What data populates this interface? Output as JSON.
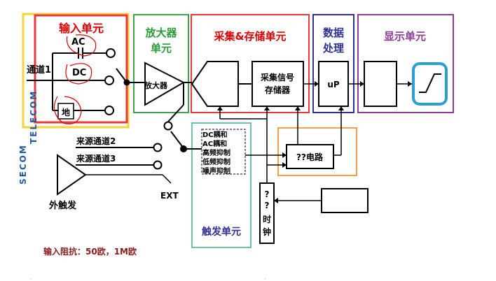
{
  "units": {
    "input": "输入单元",
    "amplifier_line1": "放大器",
    "amplifier_line2": "单元",
    "acq_storage": "采集&存储单元",
    "data_proc_line1": "数据",
    "data_proc_line2": "处理",
    "display": "显示单元",
    "trigger": "触发单元"
  },
  "labels": {
    "ac": "AC",
    "dc": "DC",
    "ground": "地",
    "channel1": "通道1",
    "amp_block": "放大器",
    "memory_line1": "采集信号",
    "memory_line2": "存储器",
    "up": "uP",
    "source2": "来源通道2",
    "source3": "来源通道3",
    "ext": "EXT",
    "ext_trigger": "外触发",
    "circuit": "??电路",
    "clock": [
      "?",
      "?",
      "时",
      "钟"
    ],
    "trigger_options": [
      "DC耦和",
      "AC耦和",
      "高频抑制",
      "低频抑制",
      "噪声抑制"
    ],
    "impedance": "输入阻抗：50欧，1M欧"
  },
  "logo": {
    "text": "SECOM TELECOM",
    "col1": "SECOM",
    "col2": "TELECOM",
    "color": "#1f5aa0"
  },
  "colors": {
    "input_unit": "#e8383d",
    "amplifier_unit": "#3aa54a",
    "acq_unit": "#e8383d",
    "data_unit": "#2e3192",
    "display_unit": "#8e3a96",
    "trigger_unit": "#69c3b0",
    "circuit_box": "#f5a04a",
    "display_screen": "#2a9fd6",
    "title_text": "#e00000",
    "green_text": "#2a9a3a",
    "blue_text": "#2e3192",
    "purple_text": "#8e3a96",
    "annotation": "#e00000"
  }
}
